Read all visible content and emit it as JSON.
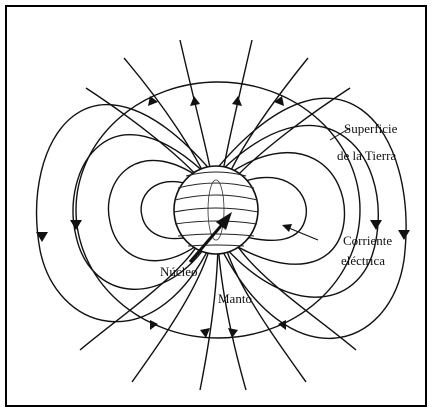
{
  "labels": {
    "surface_line1": "Superficie",
    "surface_line2": "de la Tierra",
    "current_line1": "Corriente",
    "current_line2": "eléctrica",
    "core": "Núcleo",
    "mantle": "Manto"
  },
  "colors": {
    "ink": "#111111",
    "frame": "#000000",
    "background": "#ffffff"
  }
}
